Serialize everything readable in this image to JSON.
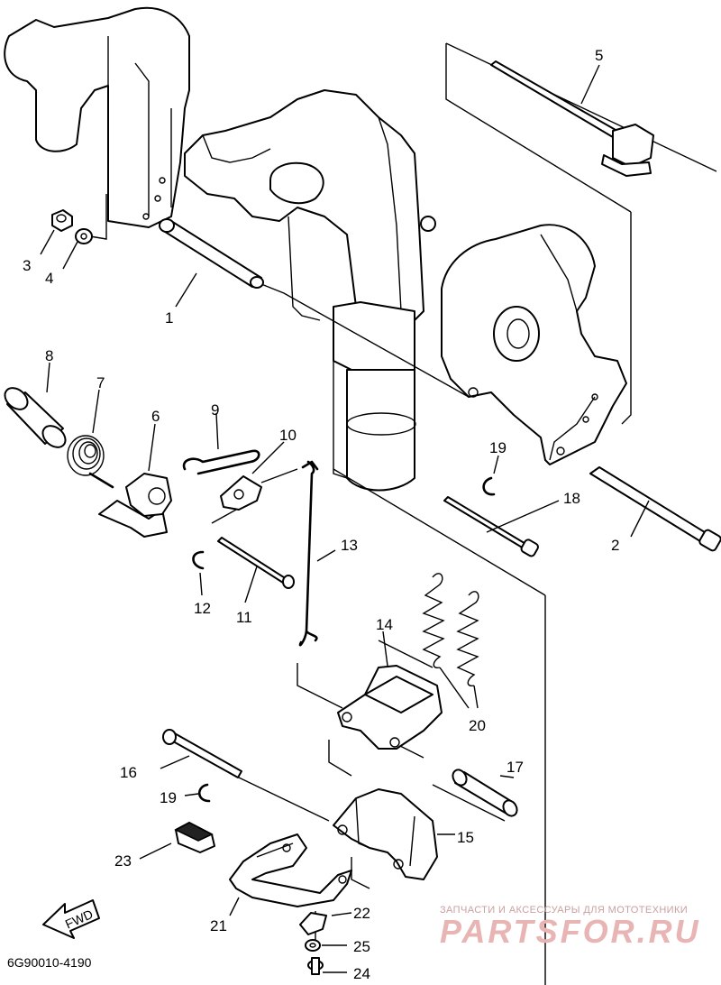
{
  "diagram": {
    "code": "6G90010-4190",
    "fwd_label": "FWD",
    "watermark_top": "ЗАПЧАСТИ И АКСЕССУАРЫ ДЛЯ МОТОТЕХНИКИ",
    "watermark_brand": "PARTSFOR.RU"
  },
  "callouts": [
    {
      "id": "1",
      "text": "1"
    },
    {
      "id": "2",
      "text": "2"
    },
    {
      "id": "3",
      "text": "3"
    },
    {
      "id": "4",
      "text": "4"
    },
    {
      "id": "5",
      "text": "5"
    },
    {
      "id": "6",
      "text": "6"
    },
    {
      "id": "7",
      "text": "7"
    },
    {
      "id": "8",
      "text": "8"
    },
    {
      "id": "9",
      "text": "9"
    },
    {
      "id": "10",
      "text": "10"
    },
    {
      "id": "11",
      "text": "11"
    },
    {
      "id": "12",
      "text": "12"
    },
    {
      "id": "13",
      "text": "13"
    },
    {
      "id": "14",
      "text": "14"
    },
    {
      "id": "15",
      "text": "15"
    },
    {
      "id": "16",
      "text": "16"
    },
    {
      "id": "17",
      "text": "17"
    },
    {
      "id": "18",
      "text": "18"
    },
    {
      "id": "19a",
      "text": "19"
    },
    {
      "id": "19b",
      "text": "19"
    },
    {
      "id": "20",
      "text": "20"
    },
    {
      "id": "21",
      "text": "21"
    },
    {
      "id": "22",
      "text": "22"
    },
    {
      "id": "23",
      "text": "23"
    },
    {
      "id": "24",
      "text": "24"
    },
    {
      "id": "25",
      "text": "25"
    }
  ]
}
